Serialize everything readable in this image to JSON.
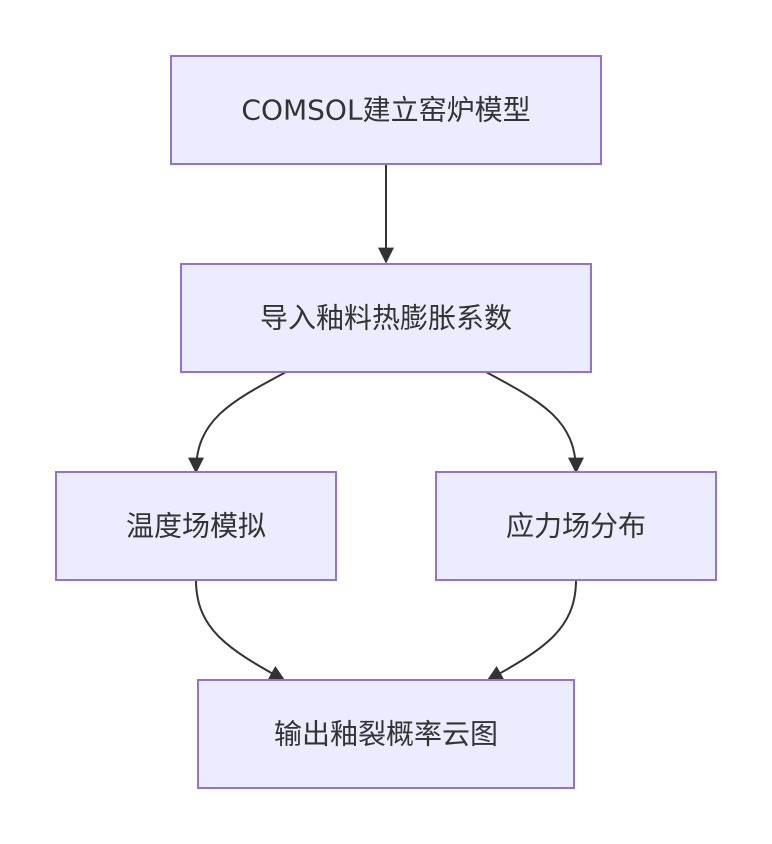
{
  "diagram": {
    "type": "flowchart",
    "direction": "top-down",
    "nodes": [
      {
        "id": "n1",
        "label": "COMSOL建立窑炉模型"
      },
      {
        "id": "n2",
        "label": "导入釉料热膨胀系数"
      },
      {
        "id": "n3",
        "label": "温度场模拟"
      },
      {
        "id": "n4",
        "label": "应力场分布"
      },
      {
        "id": "n5",
        "label": "输出釉裂概率云图"
      }
    ],
    "edges": [
      {
        "from": "n1",
        "to": "n2"
      },
      {
        "from": "n2",
        "to": "n3"
      },
      {
        "from": "n2",
        "to": "n4"
      },
      {
        "from": "n3",
        "to": "n5"
      },
      {
        "from": "n4",
        "to": "n5"
      }
    ],
    "colors": {
      "node_fill": "#ECECFF",
      "node_stroke": "#9370DB",
      "edge": "#333333",
      "text": "#333333"
    }
  }
}
